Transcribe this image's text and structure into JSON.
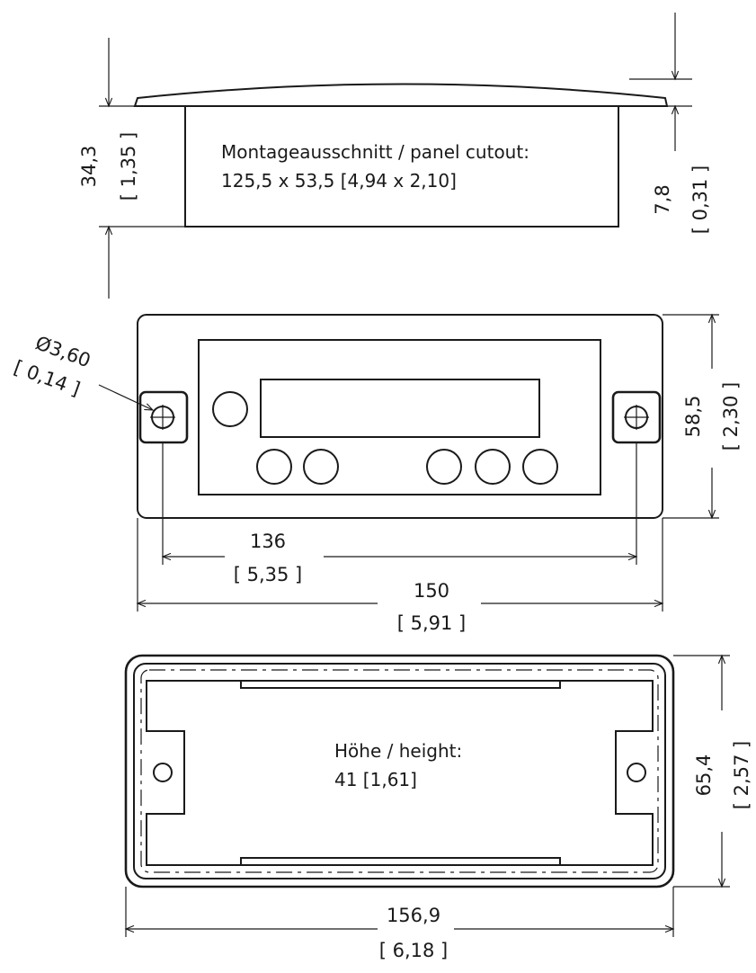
{
  "top_view": {
    "cutout_label_line1": "Montageausschnitt / panel cutout:",
    "cutout_label_line2": "125,5 x 53,5 [4,94 x 2,10]",
    "dim_height_mm": "34,3",
    "dim_height_in": "[ 1,35 ]",
    "dim_flange_mm": "7,8",
    "dim_flange_in": "[ 0,31 ]"
  },
  "front_view": {
    "hole_dia_mm": "Ø3,60",
    "hole_dia_in": "[ 0,14 ]",
    "dim_height_mm": "58,5",
    "dim_height_in": "[ 2,30 ]",
    "dim_hole_spacing_mm": "136",
    "dim_hole_spacing_in": "[ 5,35 ]",
    "dim_width_mm": "150",
    "dim_width_in": "[ 5,91 ]"
  },
  "bottom_view": {
    "depth_label_line1": "Höhe / height:",
    "depth_label_line2": "41 [1,61]",
    "dim_height_mm": "65,4",
    "dim_height_in": "[ 2,57 ]",
    "dim_width_mm": "156,9",
    "dim_width_in": "[ 6,18 ]"
  }
}
